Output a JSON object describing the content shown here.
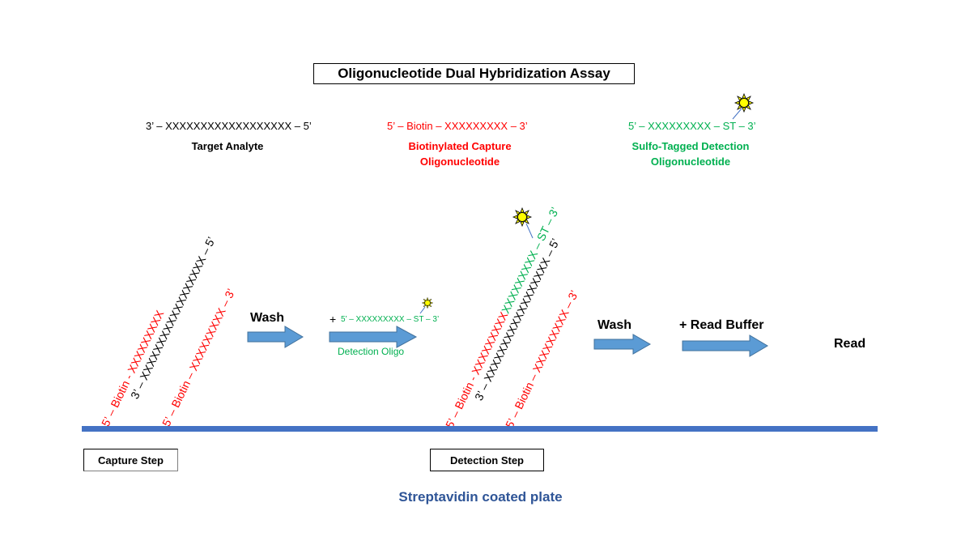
{
  "title": "Oligonucleotide Dual Hybridization Assay",
  "legend": {
    "target": {
      "sequence": "3’ – XXXXXXXXXXXXXXXXXX – 5’",
      "label": "Target Analyte",
      "color": "#000000"
    },
    "capture": {
      "sequence": "5’ – Biotin – XXXXXXXXX – 3’",
      "label_line1": "Biotinylated Capture",
      "label_line2": "Oligonucleotide",
      "color": "#ff0000"
    },
    "detection": {
      "sequence": "5’ – XXXXXXXXX – ST – 3’",
      "label_line1": "Sulfo-Tagged Detection",
      "label_line2": "Oligonucleotide",
      "color": "#00b050",
      "tag_icon": "sun-icon"
    }
  },
  "capture_step": {
    "strand_capture_bound_prefix": "5’ – Biotin - ",
    "strand_capture_bound_seq": "XXXXXXXXX",
    "strand_target": "3’ – XXXXXXXXXXXXXXXXXX – 5’",
    "strand_capture_free": "5’ – Biotin – XXXXXXXXX – 3’",
    "label": "Capture Step"
  },
  "wash1": {
    "label": "Wash"
  },
  "add_detection": {
    "plus": "+",
    "sequence": "5’ –  XXXXXXXXX – ST – 3’",
    "label": "Detection Oligo"
  },
  "detection_step": {
    "strand_capture_prefix": "5’ – Biotin - ",
    "strand_capture_seq": "XXXXXXXXX",
    "strand_detection_seq": "XXXXXXXXX",
    "strand_detection_suffix": " – ST – 3’",
    "strand_target": "3’ – XXXXXXXXXXXXXXXXXX – 5’",
    "strand_capture_free": "5’ – Biotin – XXXXXXXXX – 3’",
    "label": "Detection Step"
  },
  "wash2": {
    "label": "Wash"
  },
  "read_buffer": {
    "label": "+ Read Buffer"
  },
  "read": {
    "label": "Read"
  },
  "plate": {
    "label": "Streptavidin coated plate",
    "color": "#4472c4"
  },
  "colors": {
    "arrow": "#5b9bd5",
    "arrow_stroke": "#41719c",
    "sun": "#ffff00",
    "tag_line": "#4472c4"
  }
}
